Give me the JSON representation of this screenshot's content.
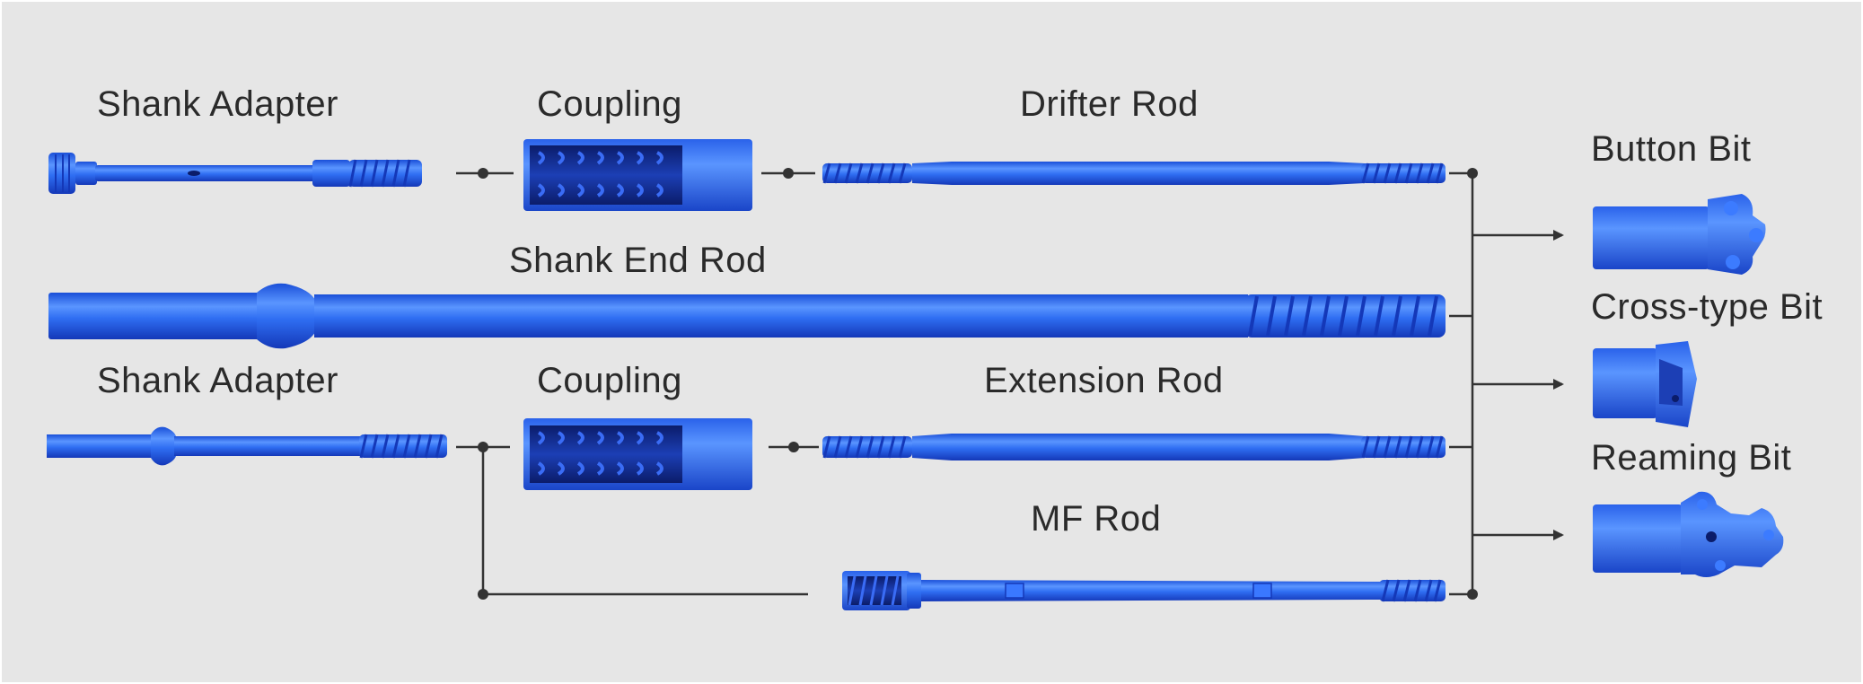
{
  "labels": {
    "shank_adapter_top": "Shank Adapter",
    "coupling_top": "Coupling",
    "drifter_rod": "Drifter Rod",
    "shank_end_rod": "Shank End Rod",
    "shank_adapter_bottom": "Shank Adapter",
    "coupling_bottom": "Coupling",
    "extension_rod": "Extension Rod",
    "mf_rod": "MF Rod",
    "button_bit": "Button Bit",
    "cross_type_bit": "Cross-type Bit",
    "reaming_bit": "Reaming Bit"
  },
  "colors": {
    "background": "#e6e6e6",
    "steel_blue": "#2a6af0",
    "steel_highlight": "#5a95ff",
    "steel_shadow": "#1438b8",
    "line": "#333333"
  }
}
